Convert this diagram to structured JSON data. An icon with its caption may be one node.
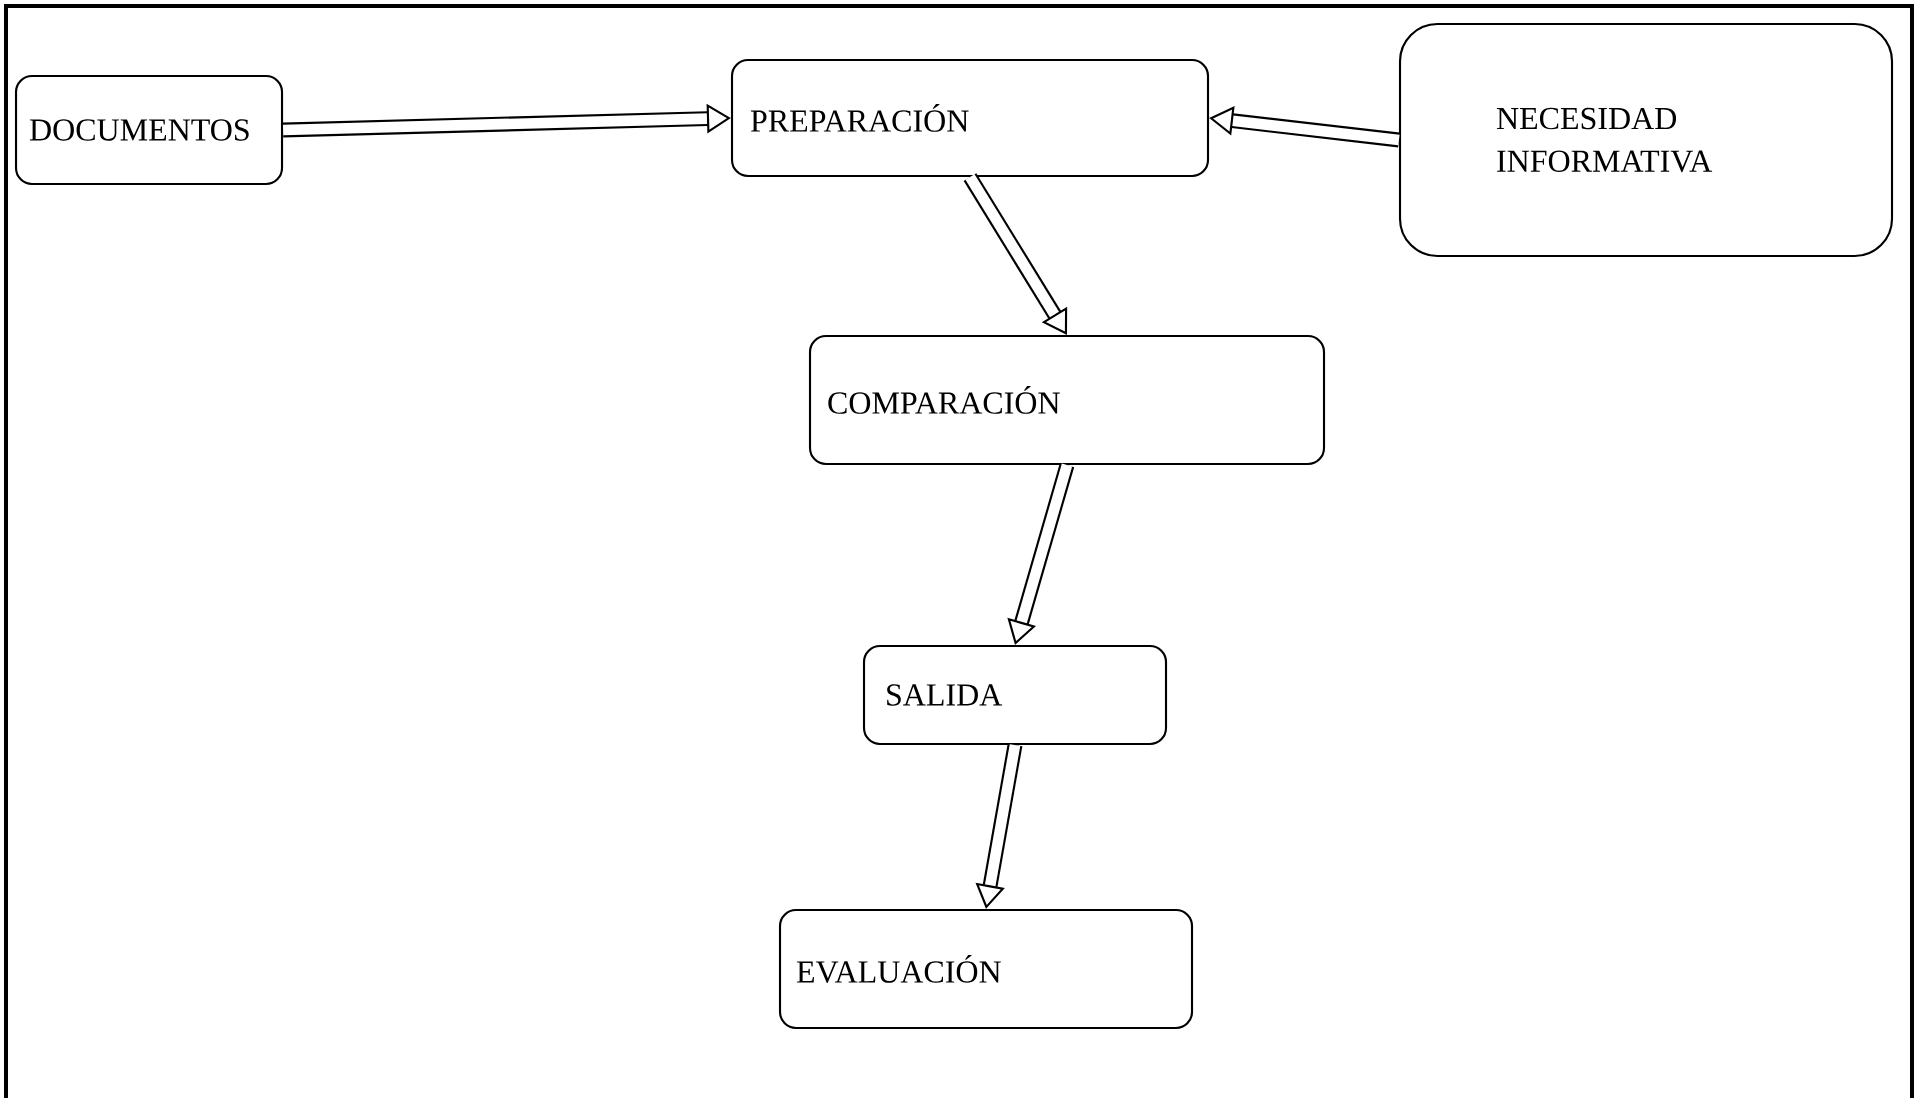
{
  "diagram": {
    "nodes": [
      {
        "text": [
          "DOCUMENTOS"
        ]
      },
      {
        "text": [
          "PREPARACIÓN"
        ]
      },
      {
        "text": [
          "NECESIDAD INFORMATIVA"
        ]
      },
      {
        "text": [
          "COMPARACIÓN"
        ]
      },
      {
        "text": [
          "SALIDA"
        ]
      },
      {
        "text": [
          "EVALUACIÓN"
        ]
      }
    ],
    "edges": [
      {
        "from": 0,
        "to": 1,
        "arrow": "to"
      },
      {
        "from": 2,
        "to": 1,
        "arrow": "to"
      },
      {
        "from": 1,
        "to": 3,
        "arrow": "to"
      },
      {
        "from": 3,
        "to": 4,
        "arrow": "to"
      },
      {
        "from": 4,
        "to": 5,
        "arrow": "to"
      }
    ]
  }
}
